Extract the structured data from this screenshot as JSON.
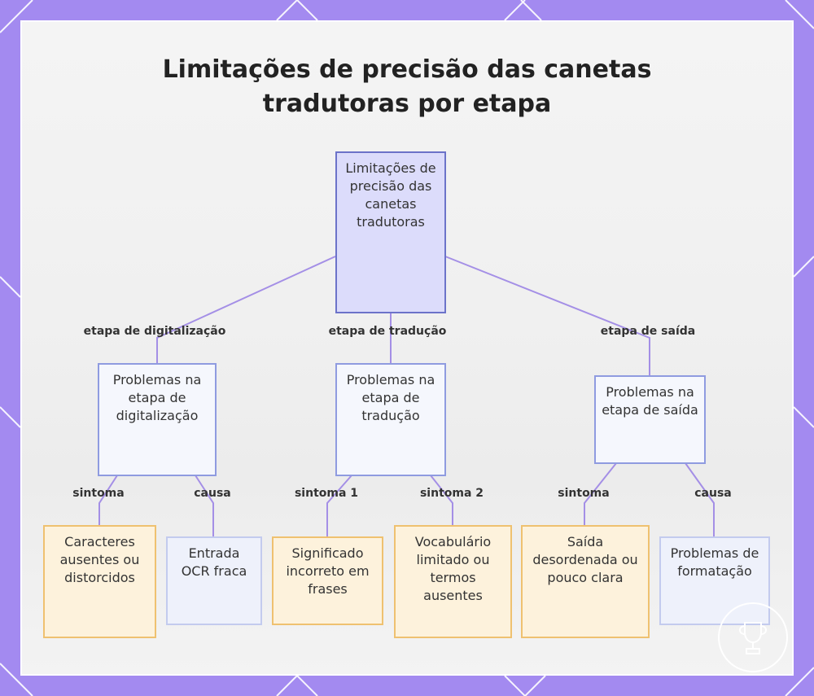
{
  "title": "Limitações de precisão das canetas tradutoras por etapa",
  "root": "Limitações de precisão das canetas tradutoras",
  "edges": {
    "scan": "etapa de digitalização",
    "translate": "etapa de tradução",
    "output": "etapa de saída",
    "scan_symptom": "sintoma",
    "scan_cause": "causa",
    "translate_symptom1": "sintoma 1",
    "translate_symptom2": "sintoma 2",
    "output_symptom": "sintoma",
    "output_cause": "causa"
  },
  "stages": {
    "scan": "Problemas na etapa de digitalização",
    "translate": "Problemas na etapa de tradução",
    "output": "Problemas na etapa de saída"
  },
  "leaves": {
    "scan_symptom": "Caracteres ausentes ou distorcidos",
    "scan_cause": "Entrada OCR fraca",
    "translate_symptom1": "Significado incorreto em frases",
    "translate_symptom2": "Vocabulário limitado ou termos ausentes",
    "output_symptom": "Saída desordenada ou pouco clara",
    "output_cause": "Problemas de formatação"
  },
  "colors": {
    "background": "#a38af0",
    "connector": "#a48fe6",
    "root_fill": "#dcdcfb",
    "orange_fill": "#fdf2dc",
    "blue_fill": "#eef1fb"
  }
}
